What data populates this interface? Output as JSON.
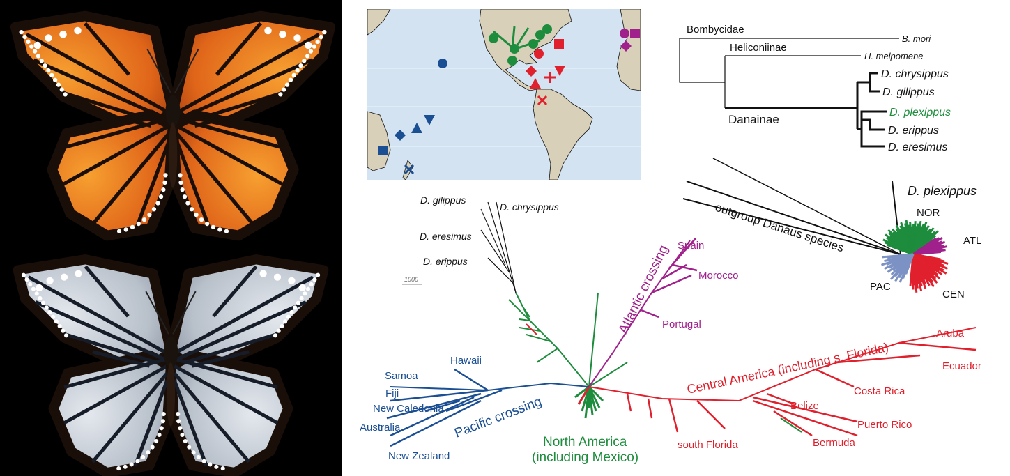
{
  "colors": {
    "pacific": "#1b4f93",
    "north_america": "#1d8c3c",
    "atlantic": "#a0208c",
    "central_america": "#e0202c",
    "outgroup": "#111111",
    "ocean": "#d3e3f2",
    "land": "#d8d0b8",
    "pac_fan": "#7d92c4",
    "orange_wing": "#e8741a",
    "white_wing": "#c9ced6"
  },
  "cladogram": {
    "bombycidae": "Bombycidae",
    "b_mori": "B. mori",
    "heliconiinae": "Heliconiinae",
    "h_melpomene": "H. melpomene",
    "danainae": "Danainae",
    "species": [
      "D. chrysippus",
      "D. gilippus",
      "D. plexippus",
      "D. erippus",
      "D. eresimus"
    ]
  },
  "fan": {
    "title": "D. plexippus",
    "nor": "NOR",
    "atl": "ATL",
    "pac": "PAC",
    "cen": "CEN",
    "outgroup": "outgroup Danaus species"
  },
  "tree": {
    "outgroup_labels": [
      "D. gilippus",
      "D. chrysippus",
      "D. eresimus",
      "D. erippus"
    ],
    "scale": "1000",
    "pacific": [
      "Hawaii",
      "Samoa",
      "Fiji",
      "New Caledonia",
      "Australia",
      "New Zealand"
    ],
    "pacific_crossing": "Pacific crossing",
    "north_america_1": "North America",
    "north_america_2": "(including Mexico)",
    "atlantic_crossing": "Atlantic crossing",
    "atlantic": [
      "Spain",
      "Morocco",
      "Portugal"
    ],
    "central_america": "Central America (including s. Florida)",
    "central": [
      "Aruba",
      "Ecuador",
      "Costa Rica",
      "Belize",
      "Puerto Rico",
      "Bermuda",
      "south Florida"
    ]
  }
}
